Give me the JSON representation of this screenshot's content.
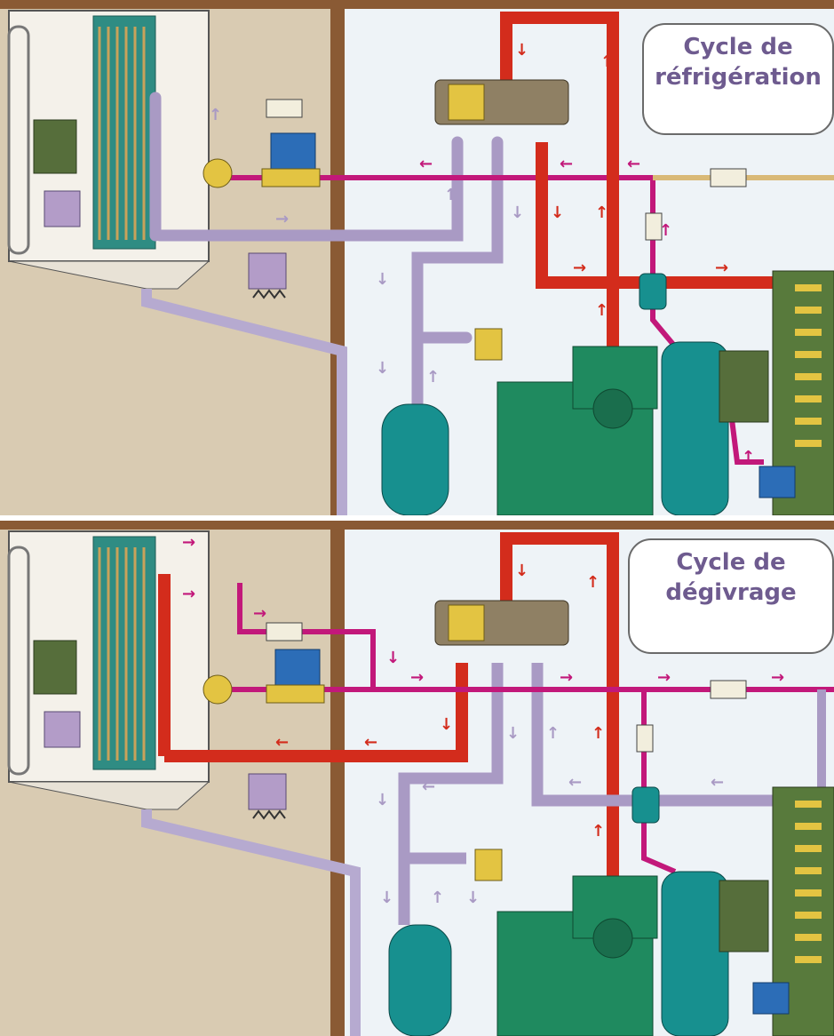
{
  "panels": [
    {
      "id": "refrigeration",
      "title_line1": "Cycle de",
      "title_line2": "réfrigération",
      "liquid_line_color": "#c2187a",
      "hot_gas_color": "#d32c1c",
      "suction_color": "#a99ac4"
    },
    {
      "id": "defrost",
      "title_line1": "Cycle de",
      "title_line2": "dégivrage",
      "liquid_line_color": "#c2187a",
      "hot_gas_color": "#d32c1c",
      "suction_color": "#a99ac4"
    }
  ],
  "colors": {
    "wall_brick": "#8a5a34",
    "room_wall": "#d9cbb2",
    "right_bg": "#eef3f7",
    "evaporator_frame": "#f4f1ea",
    "coil_teal": "#2f8c83",
    "motor_green": "#566e3b",
    "tank_teal": "#17908f",
    "compressor_green": "#1f8a5f",
    "condenser_green": "#587a3c",
    "valve_yellow": "#e3c442",
    "control_box_lilac": "#b39cc8",
    "solenoid_blue": "#2c6db7"
  }
}
